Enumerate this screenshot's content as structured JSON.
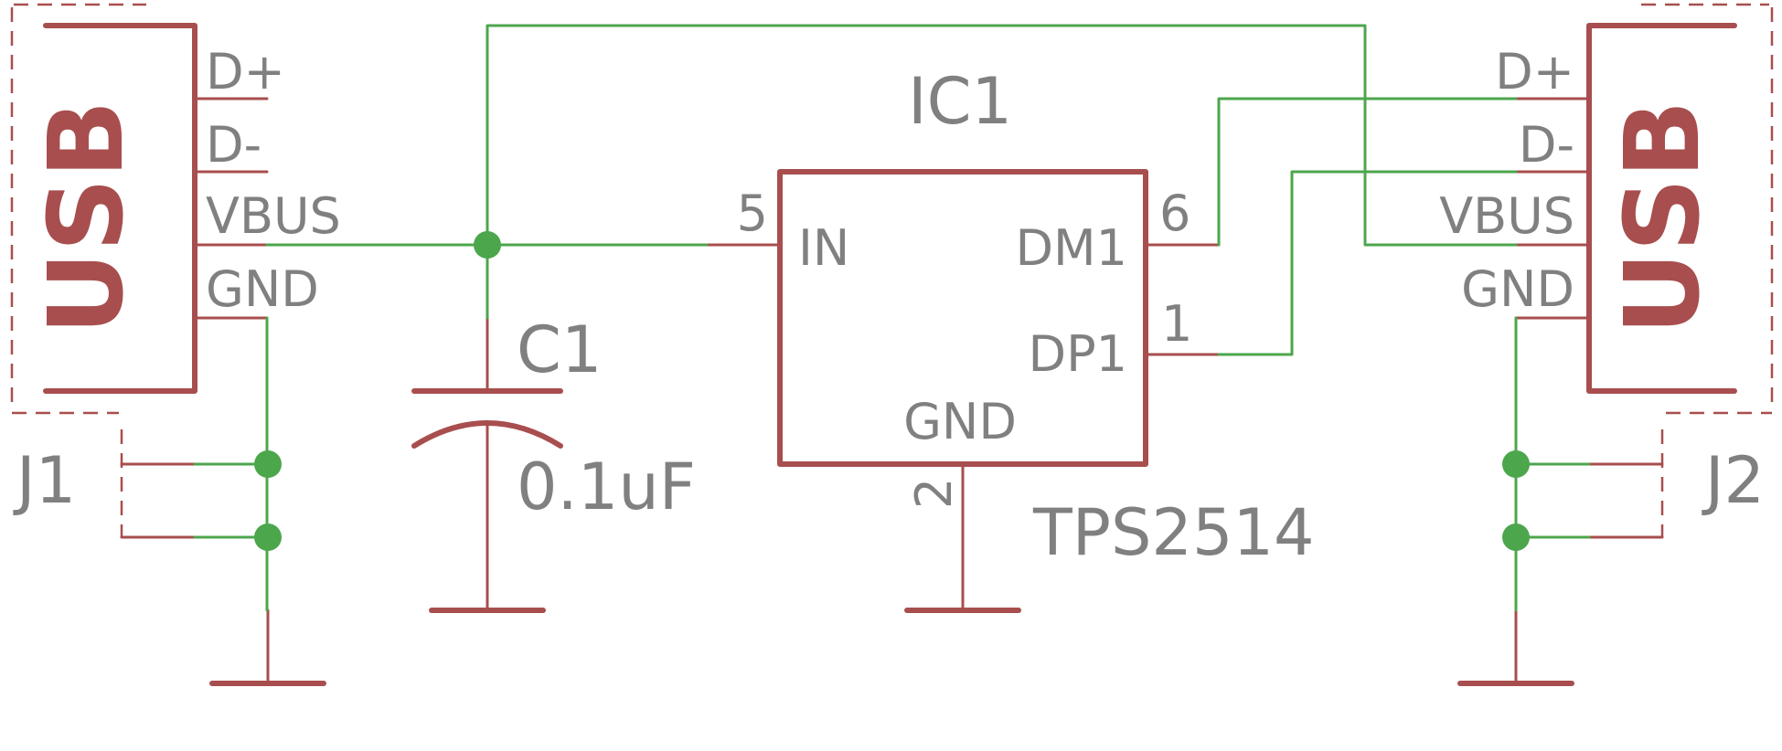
{
  "connectors": {
    "left": {
      "symbol_text": "USB",
      "ref": "J1",
      "pins": [
        "D+",
        "D-",
        "VBUS",
        "GND"
      ]
    },
    "right": {
      "symbol_text": "USB",
      "ref": "J2",
      "pins": [
        "D+",
        "D-",
        "VBUS",
        "GND"
      ]
    }
  },
  "capacitor": {
    "ref": "C1",
    "value": "0.1uF"
  },
  "ic": {
    "ref": "IC1",
    "part": "TPS2514",
    "pins": {
      "in": {
        "name": "IN",
        "number": "5"
      },
      "dm1": {
        "name": "DM1",
        "number": "6"
      },
      "dp1": {
        "name": "DP1",
        "number": "1"
      },
      "gnd": {
        "name": "GND",
        "number": "2"
      }
    }
  },
  "colors": {
    "symbol": "#a84e4e",
    "wire": "#4ca64c",
    "text": "#808080"
  }
}
